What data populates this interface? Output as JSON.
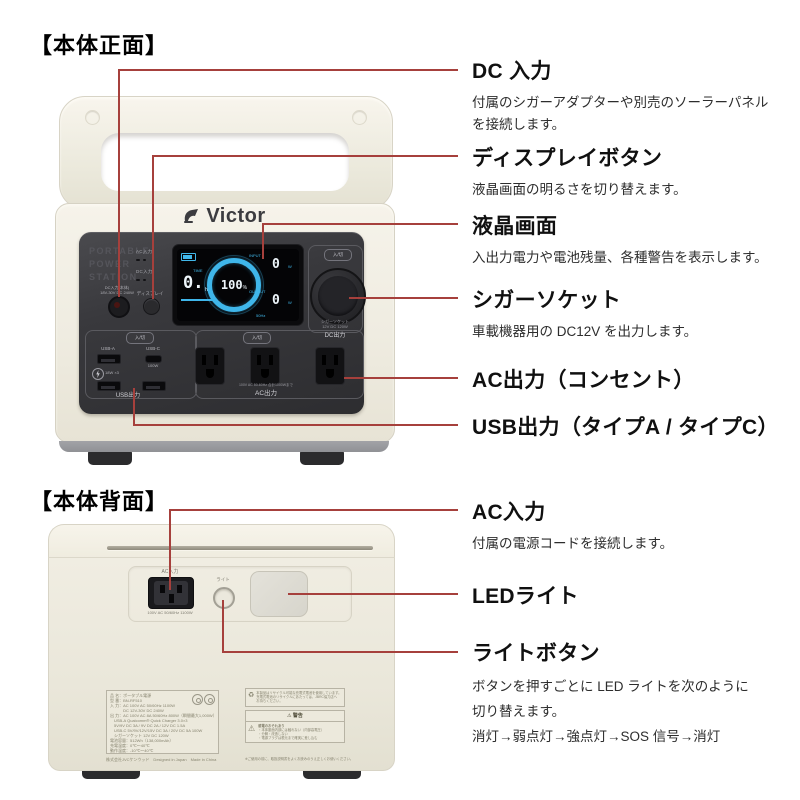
{
  "front": {
    "section_title": "【本体正面】",
    "annotations": [
      {
        "title": "DC 入力",
        "desc": [
          "付属のシガーアダプターや別売のソーラーパネル",
          "を接続します。"
        ]
      },
      {
        "title": "ディスプレイボタン",
        "desc": [
          "液晶画面の明るさを切り替えます。"
        ]
      },
      {
        "title": "液晶画面",
        "desc": [
          "入出力電力や電池残量、各種警告を表示します。"
        ]
      },
      {
        "title": "シガーソケット",
        "desc": [
          "車載機器用の DC12V を出力します。"
        ]
      },
      {
        "title": "AC出力（コンセント）",
        "desc": []
      },
      {
        "title": "USB出力（タイプA / タイプC）",
        "desc": []
      }
    ],
    "device": {
      "brand": "Victor",
      "embossed_line1": "PORTABLE",
      "embossed_line2": "POWER",
      "embossed_line3": "STATION",
      "led_ac_label": "AC入力",
      "led_dc_label": "DC入力",
      "dc_jack_label_1": "DC入力(本体)",
      "dc_jack_label_2": "18V-30V DC 240W",
      "display_button_label": "ディスプレイ",
      "lcd": {
        "time_label": "TIME",
        "time_value": "0.",
        "time_unit": "h",
        "battery_percent": "100",
        "percent_sign": "%",
        "input_label": "INPUT",
        "input_value": "0",
        "input_unit": "W",
        "output_label": "OUTPUT",
        "output_value": "0",
        "output_unit": "W",
        "frequency": "50Hz"
      },
      "cigar": {
        "power_button": "入/切",
        "label_1": "シガーソケット",
        "label_2": "12V DC 120W",
        "label_3": "DC出力"
      },
      "usb": {
        "power_button": "入/切",
        "usb_a_label": "USB-A",
        "usb_c_label": "USB-C",
        "usb_c_watt": "100W",
        "qc_label": "18W ×3",
        "section_label": "USB出力"
      },
      "ac": {
        "power_button": "入/切",
        "spec_label": "100V AC 50-60Hz 合計1000Wまで",
        "section_label": "AC出力"
      }
    }
  },
  "back": {
    "section_title": "【本体背面】",
    "annotations": [
      {
        "title": "AC入力",
        "desc": [
          "付属の電源コードを接続します。"
        ]
      },
      {
        "title": "LEDライト",
        "desc": []
      },
      {
        "title": "ライトボタン",
        "desc": [
          "ボタンを押すごとに LED ライトを次のように",
          "切り替えます。",
          "消灯→弱点灯→強点灯→SOS 信号→消灯"
        ]
      }
    ],
    "device": {
      "ac_inlet_label": "AC入力",
      "ac_inlet_spec": "100V AC 50/60Hz 1100W",
      "light_button_label": "ライト"
    },
    "spec_label": {
      "lines": [
        "品 名：ポータブル電源",
        "型 番：BN-RF510",
        "入 力：AC 100V AC 50/60Hz 1100W",
        "　　　 DC 12V-30V DC 240W",
        "出 力：AC 100V AC 8A 50/60Hz 800W（瞬間最大1,000W）",
        "　USB-A Qualcomm® Quick Charger 3.0×3",
        "　5V/9V DC 3A / 9V DC 2A / 12V DC 1.5A",
        "　USB-C 5V/9V/12V/15V DC 3A / 20V DC 5A  100W",
        "　シガーソケット 12V DC 120W",
        "電池容量：512Wh（138,000mAh）",
        "充電温度：0℃～40℃",
        "動作温度：-10℃～40℃"
      ]
    },
    "recycle": {
      "icon": "♻",
      "lines": [
        "本製品はリサイクル可能な充電式電池を使用しています。",
        "充電式電池のリサイクルにあたっては、JBRC協力店へ",
        "お持ちください。"
      ]
    },
    "warning": {
      "icon": "⚠",
      "title": "警告",
      "subtitle": "感電のおそれあり",
      "lines": [
        "・本体裏面内部には触れない（内部高電圧）",
        "・分解・改造しない",
        "・電源プラグは根元まで確実に差し込む"
      ]
    },
    "maker_line": "株式会社JVCケンウッド　Designed in Japan　Made in China",
    "note_line": "※ご使用の前に、取扱説明書をよくお読みのうえ正しくお使いください。"
  }
}
